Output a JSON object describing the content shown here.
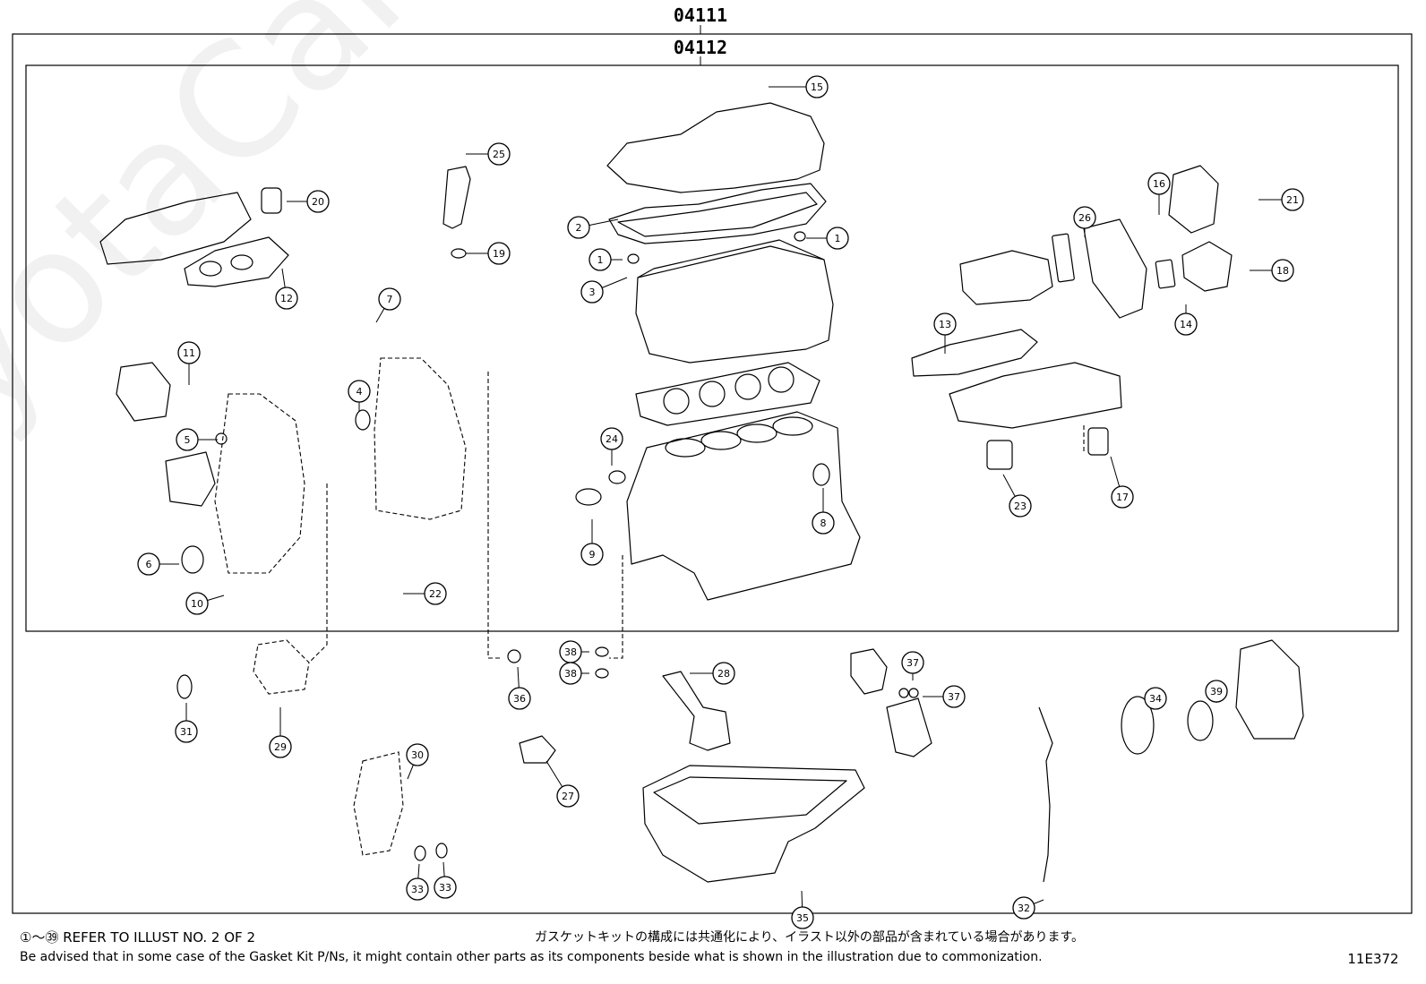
{
  "labels": {
    "group_top": "04111",
    "group_inner": "04112",
    "image_code": "11E372",
    "note_ref": "①～㊴ REFER TO ILLUST NO. 2 OF 2",
    "note_jp": "ガスケットキットの構成には共通化により、イラスト以外の部品が含まれている場合があります。",
    "note_en": "Be advised that in some case of the Gasket Kit P/Ns,  it might contain other parts as its components beside what is shown in the illustration due to commonization.",
    "watermark": "ToyotaCarMiro.ru"
  },
  "callouts": [
    "15",
    "25",
    "20",
    "12",
    "19",
    "2",
    "1",
    "3",
    "1",
    "7",
    "11",
    "4",
    "5",
    "24",
    "6",
    "10",
    "22",
    "9",
    "8",
    "26",
    "16",
    "21",
    "18",
    "14",
    "13",
    "23",
    "17",
    "38",
    "38",
    "36",
    "28",
    "37",
    "37",
    "34",
    "39",
    "31",
    "29",
    "30",
    "27",
    "33",
    "33",
    "35",
    "32"
  ]
}
